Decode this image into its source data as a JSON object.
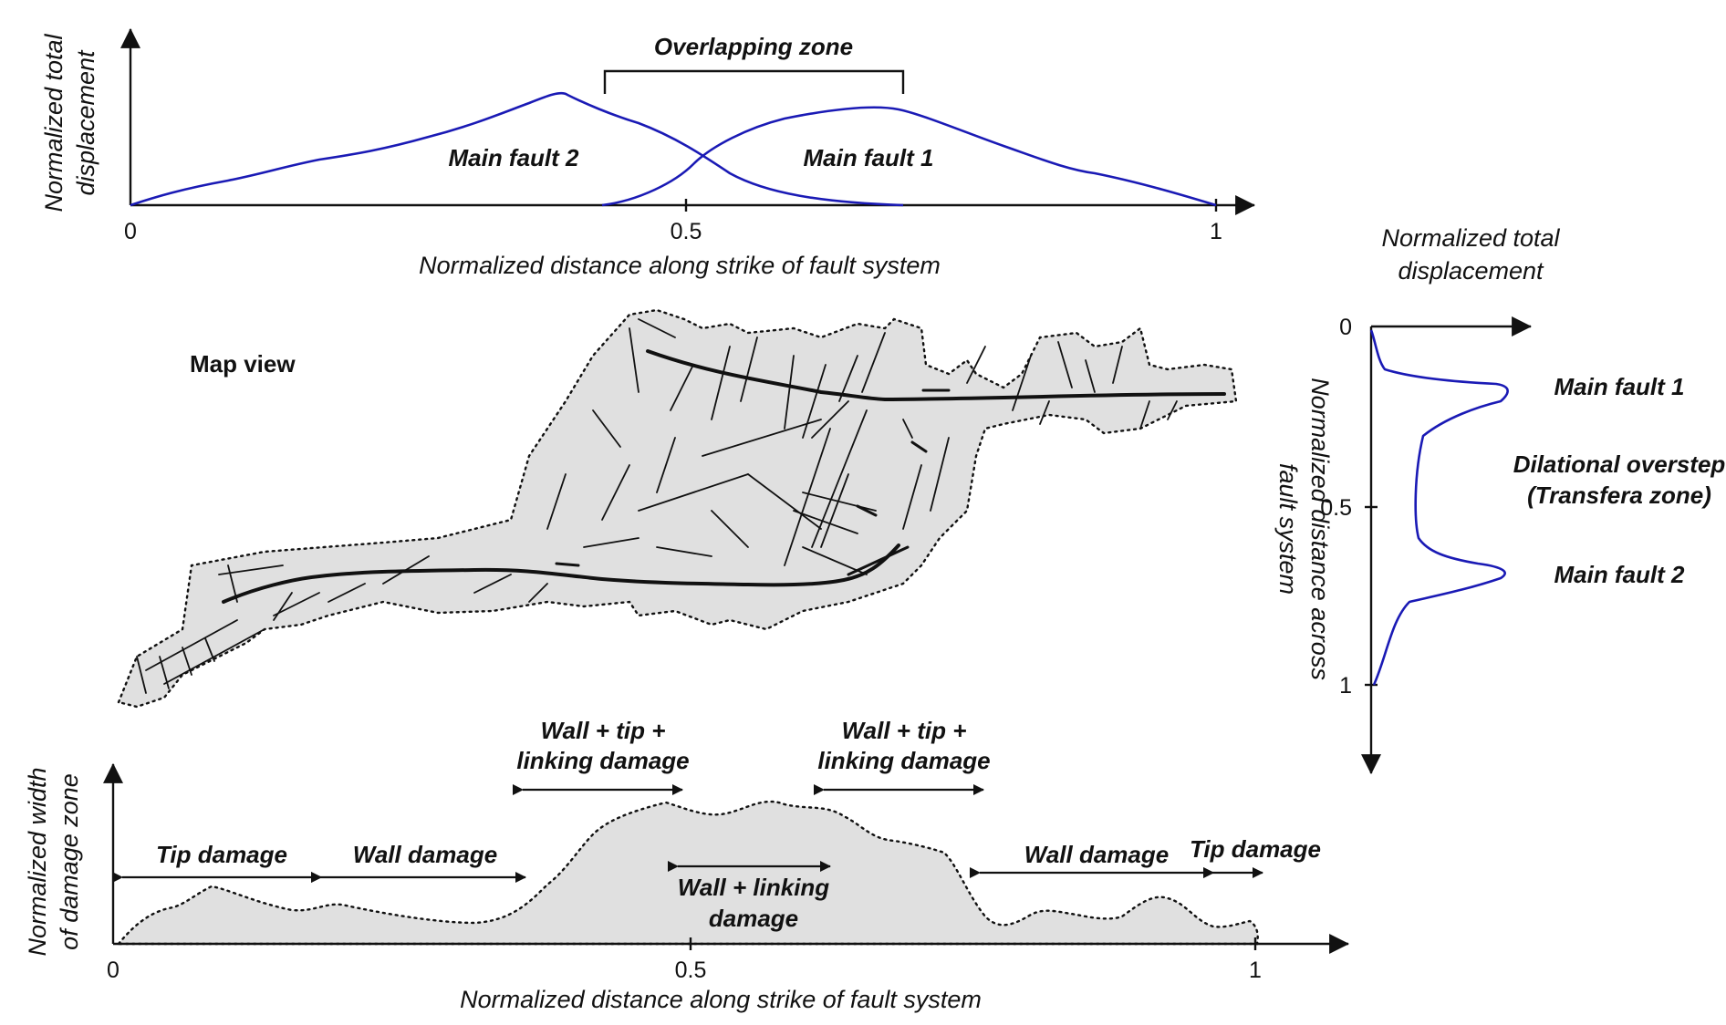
{
  "top_panel": {
    "y_title_line1": "Normalized total",
    "y_title_line2": "displacement",
    "x_title": "Normalized distance along strike of fault system",
    "tick_0": "0",
    "tick_05": "0.5",
    "tick_1": "1",
    "overlap_label": "Overlapping zone",
    "fault2_label": "Main fault 2",
    "fault1_label": "Main fault 1"
  },
  "map_view": {
    "label": "Map view"
  },
  "right_panel": {
    "x_title_line1": "Normalized total",
    "x_title_line2": "displacement",
    "y_title_line1": "Normalized distance across",
    "y_title_line2": "fault system",
    "tick_0": "0",
    "tick_05": "0.5",
    "tick_1": "1",
    "fault1_label": "Main fault 1",
    "overstep_line1": "Dilational overstep",
    "overstep_line2": "(Transfera zone)",
    "fault2_label": "Main fault 2"
  },
  "bottom_panel": {
    "y_title_line1": "Normalized width",
    "y_title_line2": "of damage zone",
    "x_title": "Normalized distance along strike of fault system",
    "tick_0": "0",
    "tick_05": "0.5",
    "tick_1": "1",
    "tip_damage_left": "Tip damage",
    "wall_damage_left": "Wall damage",
    "wtl_left_line1": "Wall + tip +",
    "wtl_left_line2": "linking damage",
    "wtl_right_line1": "Wall + tip +",
    "wtl_right_line2": "linking damage",
    "wl_line1": "Wall + linking",
    "wl_line2": "damage",
    "wall_damage_right": "Wall damage",
    "tip_damage_right": "Tip damage"
  },
  "colors": {
    "curve": "#1a1ab5",
    "fill": "#e0e0e0",
    "ink": "#111111"
  }
}
